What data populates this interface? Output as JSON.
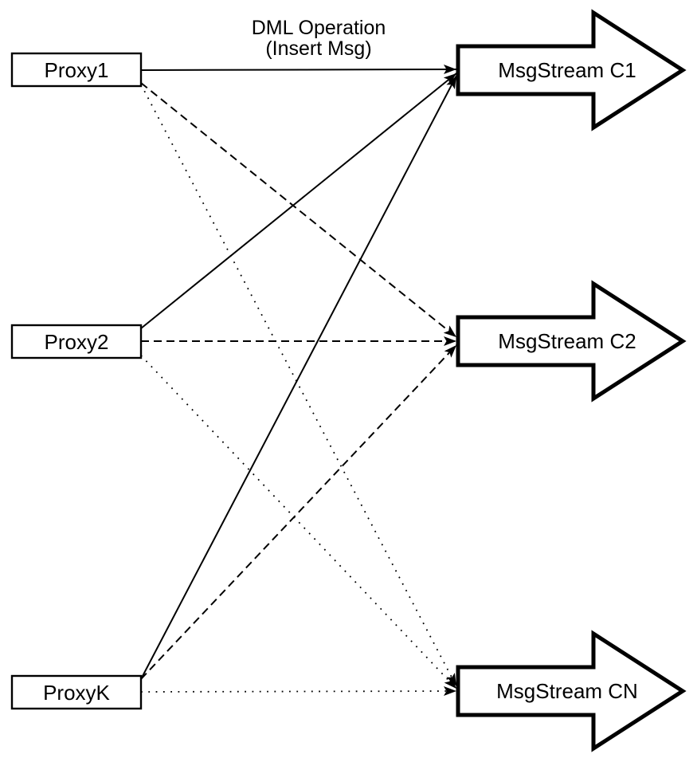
{
  "title": {
    "line1": "DML Operation",
    "line2": "(Insert Msg)"
  },
  "colors": {
    "ink": "#000000",
    "background": "#ffffff"
  },
  "proxies": [
    {
      "label": "Proxy1"
    },
    {
      "label": "Proxy2"
    },
    {
      "label": "ProxyK"
    }
  ],
  "streams": [
    {
      "label": "MsgStream C1"
    },
    {
      "label": "MsgStream C2"
    },
    {
      "label": "MsgStream CN"
    }
  ],
  "edges": [
    {
      "from": "Proxy1",
      "to": "MsgStream C1",
      "style": "solid"
    },
    {
      "from": "Proxy2",
      "to": "MsgStream C1",
      "style": "solid"
    },
    {
      "from": "ProxyK",
      "to": "MsgStream C1",
      "style": "solid"
    },
    {
      "from": "Proxy1",
      "to": "MsgStream C2",
      "style": "dashed"
    },
    {
      "from": "Proxy2",
      "to": "MsgStream C2",
      "style": "dashed"
    },
    {
      "from": "ProxyK",
      "to": "MsgStream C2",
      "style": "dashed"
    },
    {
      "from": "Proxy1",
      "to": "MsgStream CN",
      "style": "dotted"
    },
    {
      "from": "Proxy2",
      "to": "MsgStream CN",
      "style": "dotted"
    },
    {
      "from": "ProxyK",
      "to": "MsgStream CN",
      "style": "dotted"
    }
  ]
}
